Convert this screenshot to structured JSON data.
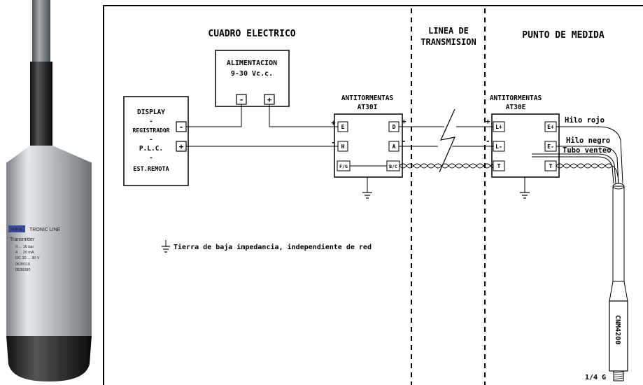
{
  "sections": {
    "cuadro": "CUADRO ELECTRICO",
    "linea_1": "LINEA DE",
    "linea_2": "TRANSMISION",
    "punto": "PUNTO DE MEDIDA"
  },
  "power": {
    "line1": "ALIMENTACION",
    "line2": "9-30 Vc.c.",
    "minus": "-",
    "plus": "+"
  },
  "display_box": {
    "display": "DISPLAY",
    "dash1": "-",
    "registrador": "REGISTRADOR",
    "dash2": "-",
    "plc": "P.L.C.",
    "dash3": "-",
    "est_remota": "EST.REMOTA",
    "minus": "-",
    "plus": "+"
  },
  "at30i": {
    "title1": "ANTITORMENTAS",
    "title2": "AT30I",
    "terminals": {
      "e": "E",
      "h": "H",
      "fg": "F/G",
      "d": "D",
      "a": "A",
      "bc": "B/C"
    }
  },
  "at30e": {
    "title1": "ANTITORMENTAS",
    "title2": "AT30E",
    "terminals": {
      "lplus": "L+",
      "lminus": "L-",
      "t_left": "T",
      "eplus": "E+",
      "eminus": "E-",
      "t_right": "T"
    }
  },
  "signs": {
    "plus_left": "+",
    "minus_left": "-",
    "plus_mid": "+",
    "minus_mid": "-",
    "plus_right": "+",
    "minus_right": "-"
  },
  "cable_labels": {
    "hilo_rojo": "Hilo rojo",
    "hilo_negro": "Hilo negro",
    "tubo_venteo": "Tubo venteo"
  },
  "sensor": {
    "model": "CNM4200",
    "thread": "1/4 G"
  },
  "ground_note": "Tierra de baja impedancia, independiente de red",
  "photo_label": {
    "brand": "WIKA",
    "line": "TRONIC LINE",
    "transmitter": "Transmitter",
    "spec1": "0 ... 16 bar",
    "spec2": "4 ... 20 mA",
    "spec3": "DC 10 ... 30 V",
    "spec4": "0635110",
    "spec5": "0535080"
  },
  "colors": {
    "line": "#000000",
    "metal": "#b9bdc0",
    "cable": "#6e7478"
  }
}
